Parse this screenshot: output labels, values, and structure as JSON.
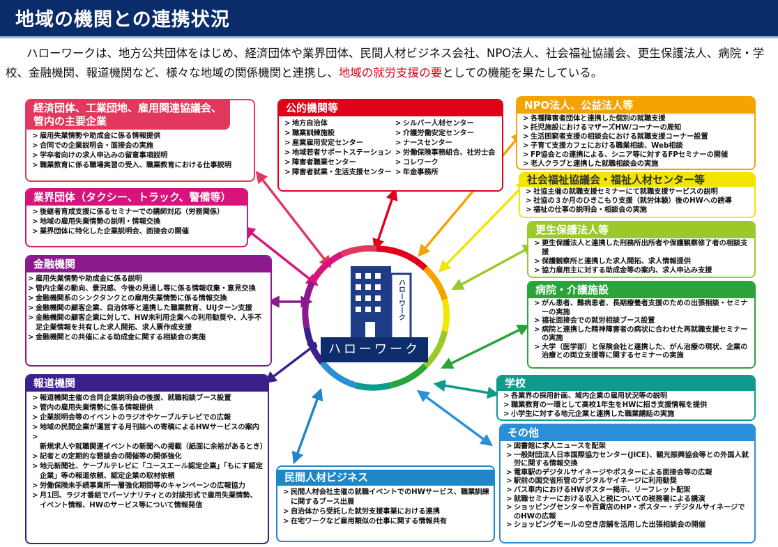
{
  "header": {
    "title": "地域の機関との連携状況"
  },
  "intro": {
    "text_before": "ハローワークは、地方公共団体をはじめ、経済団体や業界団体、民間人材ビジネス会社、NPO法人、社会福祉協議会、更生保護法人、病院・学校、金融機関、報道機関など、様々な地域の関係機関と連携し、",
    "highlight": "地域の就労支援の要",
    "text_after": "としての機能を果たしている。"
  },
  "center": {
    "building_sign": "ハローワーク",
    "label": "ハローワーク"
  },
  "boxes": {
    "keizai": {
      "title": "経済団体、工業団地、雇用関連協議会、管内の主要企業",
      "items": [
        "雇用失業情勢や助成金に係る情報提供",
        "合同での企業説明会・面接会の実施",
        "学卒者向けの求人申込みの留意事項説明",
        "職業教育に係る職場実習の受入、職業教育における仕事説明"
      ]
    },
    "gyokai": {
      "title": "業界団体（タクシー、トラック、警備等）",
      "items": [
        "後継者育成支援に係るセミナーでの講師対応（労務関係）",
        "地域の雇用失業情勢の説明・情報交換",
        "業界団体に特化した企業説明会、面接会の開催"
      ]
    },
    "kinyu": {
      "title": "金融機関",
      "items": [
        "雇用失業情勢や助成金に係る説明",
        "管内企業の動向、景況感、今後の見通し等に係る情報収集・意見交換",
        "金融機関系のシンクタンクとの雇用失業情勢に係る情報交換",
        "金融機関の顧客企業、自治体等と連携した職業教育、UIJターン支援",
        "金融機関の顧客企業に対して、HW未利用企業への利用勧奨や、人手不足企業情報を共有した求人開拓、求人票作成支援",
        "金融機関との共催による助成金に関する相談会の実施"
      ]
    },
    "hodo": {
      "title": "報道機関",
      "items": [
        "報道機関主催の合同企業説明会の後援、就職相談ブース設置",
        "管内の雇用失業情勢に係る情報提供",
        "企業説明会等のイベントのラジオやケーブルテレビでの広報",
        "地域の民間企業が運営する月刊誌への寄稿によるHWサービスの案内",
        "新規求人や就職関連イベントの新聞への掲載（紙面に余裕があるとき）",
        "記者との定期的な懇談会の開催等の関係強化",
        "地元新聞社、ケーブルテレビに「ユースエール認定企業」「もにす認定企業」等の報道依頼、認定企業の取材依頼",
        "労働保険未手続事業所一層強化期間等のキャンペーンの広報協力",
        "月1回、ラジオ番組でパーソナリティとの対談形式で雇用失業情勢、イベント情報、HWのサービス等について情報発信"
      ]
    },
    "koteki": {
      "title": "公的機関等",
      "col1": [
        "地方自治体",
        "職業訓練施設",
        "産業雇用安定センター",
        "地域若者サポートステーション",
        "障害者職業センター",
        "障害者就業・生活支援センター"
      ],
      "col2": [
        "シルバー人材センター",
        "介護労働安定センター",
        "ナースセンター",
        "労働保険事務組合、社労士会",
        "コレワーク",
        "年金事務所"
      ]
    },
    "minkan": {
      "title": "民間人材ビジネス",
      "items": [
        "民間人材会社主催の就職イベントでのHWサービス、職業訓練に関するブース出展",
        "自治体から受託した就労支援事業における連携",
        "在宅ワークなど雇用類似の仕事に関する情報共有"
      ]
    },
    "npo": {
      "title": "NPO法人、公益法人等",
      "items": [
        "各種障害者団体と連携した個別の就職支援",
        "託児施設におけるマザーズHW/コーナーの周知",
        "生活困窮者支援の相談会における就職支援コーナー設置",
        "子育て支援カフェにおける職業相談、Web相談",
        "FP協会との連携による、シニア等に対するFPセミナーの開催",
        "老人クラブと連携した就職相談会の実施"
      ]
    },
    "shakyo": {
      "title": "社会福祉協議会・福祉人材センター等",
      "items": [
        "社協主催の就職支援セミナーにて就職支援サービスの説明",
        "社協の３か月のひきこもり支援（就労体験）後のHWへの誘導",
        "福祉の仕事の説明会・相談会の実施"
      ]
    },
    "kosei": {
      "title": "更生保護法人等",
      "items": [
        "更生保護法人と連携した刑務所出所者や保護観察修了者の相談支援",
        "保護観察所と連携した求人開拓、求人情報提供",
        "協力雇用主に対する助成金等の案内、求人申込み支援"
      ]
    },
    "byoin": {
      "title": "病院・介護施設",
      "items": [
        "がん患者、難病患者、長期療養者支援のための出張相談・セミナーの実施",
        "福祉面接会での就労相談ブース設置",
        "病院と連携した精神障害者の病状に合わせた再就職支援セミナーの実施",
        "大学（医学部）と保険会社と連携した、がん治療の現状、企業の治療との両立支援等に関するセミナーの実施"
      ]
    },
    "gakko": {
      "title": "学校",
      "items": [
        "各業界の採用計画、域内企業の雇用状況等の説明",
        "職業教育の一環として高校1年生をHWに招き支援情報を提供",
        "小学生に対する地元企業と連携した職業講話の実施"
      ]
    },
    "sonota": {
      "title": "その他",
      "items": [
        "図書館に求人ニュースを配架",
        "一般財団法人日本国際協力センター(JICE)、観光振興協会等との外国人就労に関する情報交換",
        "電車駅のデジタルサイネージやポスターによる面接会等の広報",
        "駅前の国交省所管のデジタルサイネージに利用勧奨",
        "バス車内におけるHWポスター掲示、リーフレット配架",
        "就職セミナーにおける収入と税についての税務署による講演",
        "ショッピングセンターや百貨店のHP・ポスター・デジタルサイネージでのHWの広報",
        "ショッピングモールの空き店舗を活用した出張相談会の開催"
      ]
    }
  },
  "colors": {
    "header": "#0a2c6a",
    "highlight": "#e0001a",
    "keizai": "#e2385e",
    "gyokai": "#d8137c",
    "kinyu": "#8c1a8c",
    "hodo": "#3b1f8a",
    "koteki": "#e0001a",
    "minkan": "#1f86c8",
    "npo": "#f5a300",
    "shakyo": "#f2e600",
    "kosei": "#9bc92a",
    "byoin": "#29a33a",
    "gakko": "#0e9a8c",
    "sonota": "#2a8fd6",
    "center": "#0d2d6c"
  }
}
